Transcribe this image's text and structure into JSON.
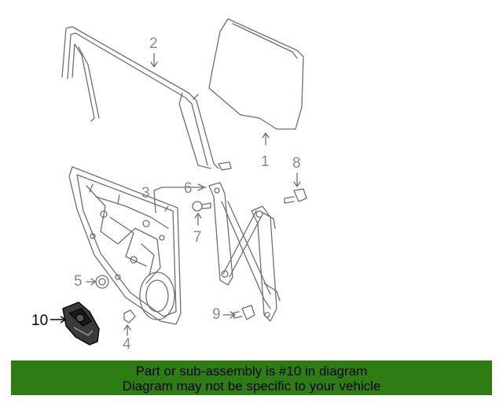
{
  "callouts": {
    "c1": "1",
    "c2": "2",
    "c3": "3",
    "c4": "4",
    "c5": "5",
    "c6": "6",
    "c7": "7",
    "c8": "8",
    "c9": "9",
    "c10": "10"
  },
  "highlighted_part": "10",
  "banner": {
    "line1": "Part or sub-assembly is #10 in diagram",
    "line2": "Diagram may not be specific to your vehicle"
  },
  "colors": {
    "banner_bg": "#2e7d14",
    "line_art": "#6e6e6e",
    "highlight": "#000000"
  }
}
